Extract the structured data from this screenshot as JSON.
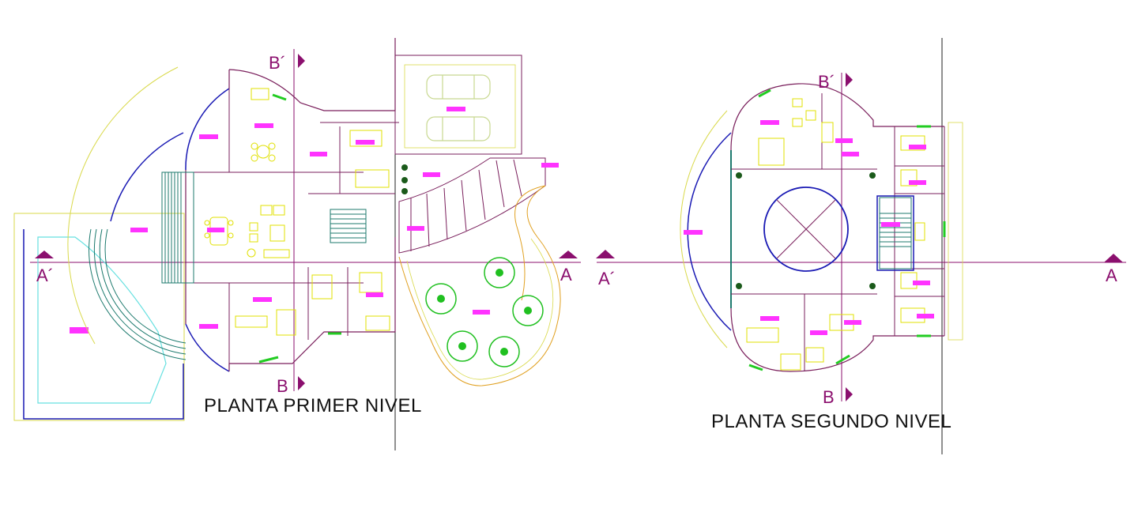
{
  "plans": {
    "first": {
      "title": "PLANTA PRIMER NIVEL"
    },
    "second": {
      "title": "PLANTA SEGUNDO NIVEL"
    }
  },
  "section_marks": {
    "b_prime": "B´",
    "b": "B",
    "a": "A",
    "a_prime": "A´"
  },
  "colors": {
    "section_line": "#8b0f6e",
    "wall": "#7a1f5c",
    "arc_wall": "#1a1ab4",
    "dimension": "#d9d94a",
    "room_label": "#ff33ff",
    "furniture": "#e0e000",
    "tree": "#20c020",
    "pool": "#66e0e0",
    "stair": "#1d7a6e",
    "car": "#c8d890",
    "door_green": "#22cc22"
  }
}
